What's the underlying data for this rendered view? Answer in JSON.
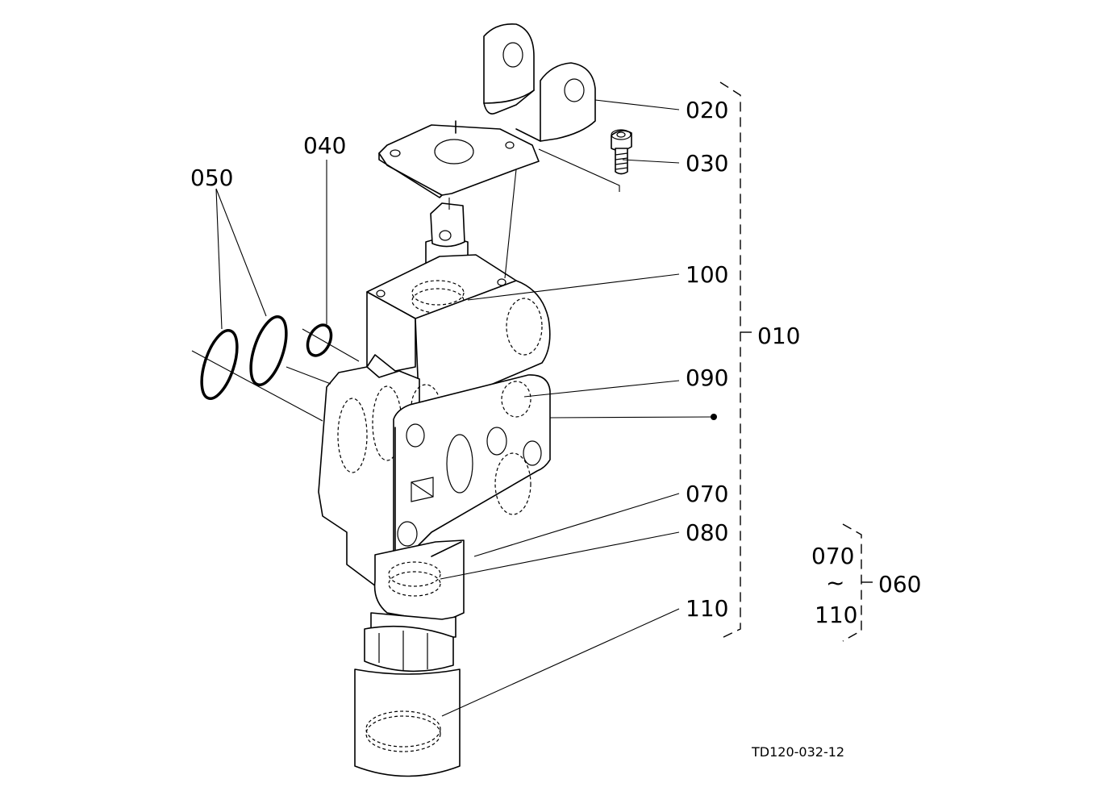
{
  "parts": {
    "p020": "020",
    "p030": "030",
    "p040": "040",
    "p050": "050",
    "p100": "100",
    "p010": "010",
    "p090": "090",
    "p070": "070",
    "p080": "080",
    "p110": "110"
  },
  "kit": {
    "from": "070",
    "tilde": "~",
    "to": "110",
    "label": "060"
  },
  "drawing_code": "TD120-032-12"
}
